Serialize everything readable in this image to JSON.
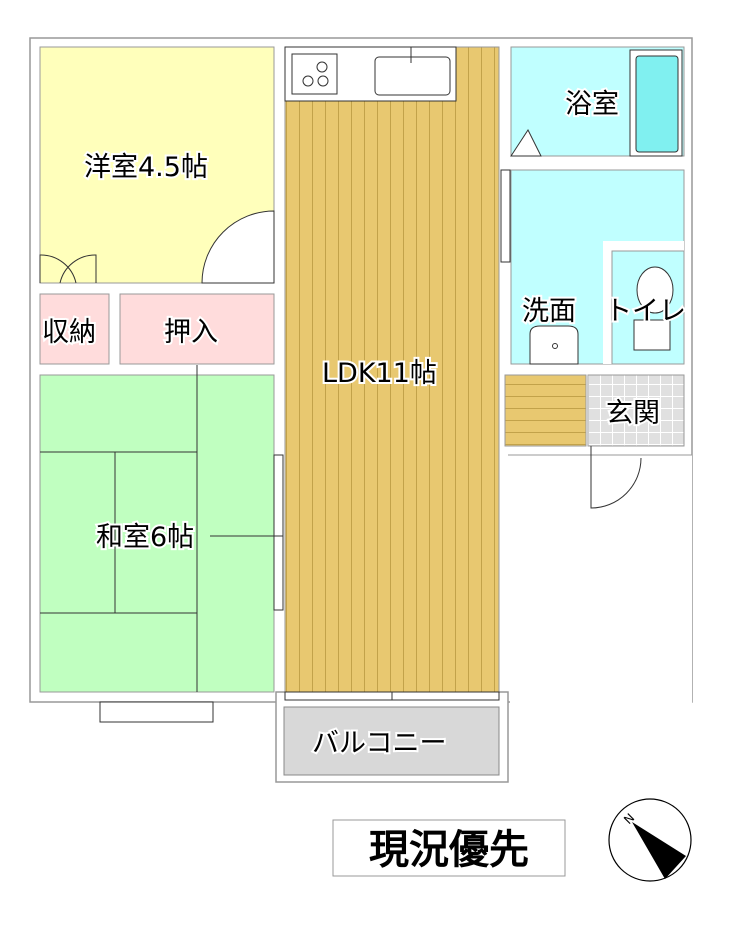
{
  "rooms": {
    "western_room": "洋室4.5帖",
    "storage": "収納",
    "closet": "押入",
    "japanese_room": "和室6帖",
    "ldk": "LDK11帖",
    "bathroom": "浴室",
    "washroom": "洗面",
    "toilet": "トイレ",
    "entrance": "玄関",
    "balcony": "バルコニー"
  },
  "notice": "現況優先",
  "compass": {
    "label": "N",
    "icon": "north-arrow-icon"
  },
  "colors": {
    "western": "#ffffbb",
    "storage": "#ffdcdc",
    "tatami": "#c0ffc0",
    "wood": "#e8c870",
    "water": "#c0ffff",
    "tub": "#80f0f0",
    "entrance": "#e0e0e0",
    "balcony": "#d8d8d8"
  }
}
